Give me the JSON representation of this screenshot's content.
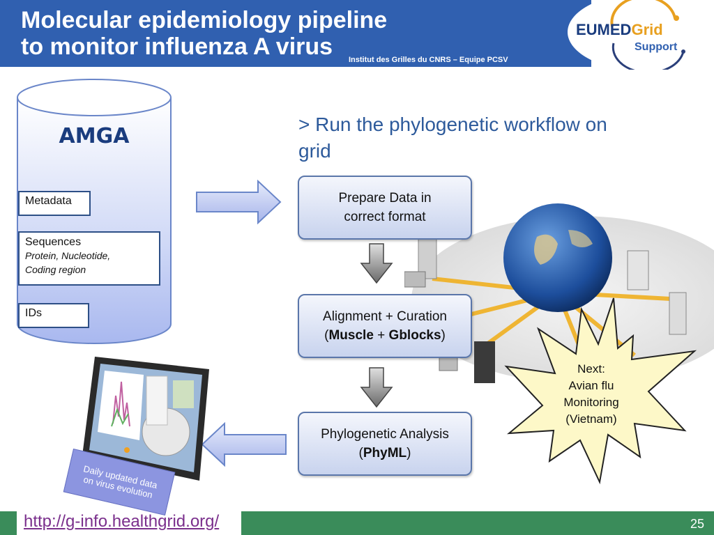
{
  "header": {
    "title_line1": "Molecular epidemiology pipeline",
    "title_line2": "to monitor influenza A virus",
    "subtitle": "Institut des Grilles du CNRS – Equipe PCSV",
    "logo_main": "EUMEDGrid",
    "logo_sub": "Support",
    "colors": {
      "bar": "#3060b0",
      "logo_orange": "#e8a020",
      "logo_blue": "#1a3c7e"
    }
  },
  "database": {
    "name": "AMGA",
    "fields": {
      "metadata": "Metadata",
      "sequences": "Sequences",
      "sequences_detail_line1": "Protein, Nucleotide,",
      "sequences_detail_line2": "Coding region",
      "ids": "IDs"
    }
  },
  "workflow": {
    "heading_line1": "> Run the phylogenetic workflow on",
    "heading_line2": "grid",
    "step1_line1": "Prepare Data in",
    "step1_line2": "correct format",
    "step2_line1": "Alignment + Curation",
    "step2_open": "(",
    "step2_tool1": "Muscle",
    "step2_plus": " + ",
    "step2_tool2": "Gblocks",
    "step2_close": ")",
    "step3_line1": "Phylogenetic Analysis",
    "step3_open": "(",
    "step3_tool": "PhyML",
    "step3_close": ")"
  },
  "callout": {
    "line1": "Next:",
    "line2": "Avian flu",
    "line3": "Monitoring",
    "line4": "(Vietnam)"
  },
  "monitor": {
    "caption_line1": "Daily updated data",
    "caption_line2": "on virus evolution"
  },
  "footer": {
    "url": "http://g-info.healthgrid.org/",
    "page": "25",
    "color": "#3a8c5a"
  }
}
